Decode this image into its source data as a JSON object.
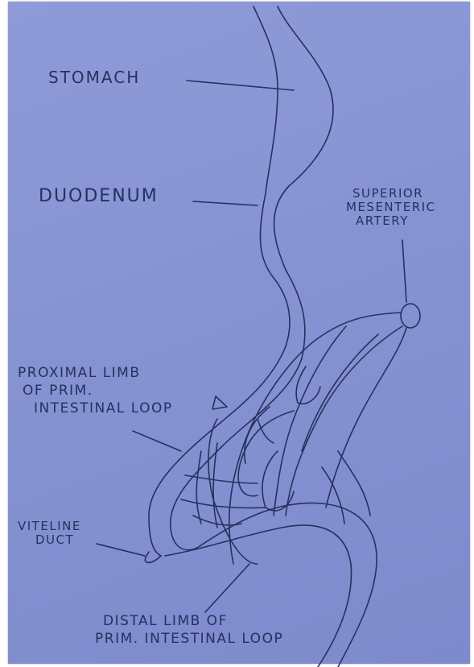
{
  "labels": {
    "stomach": "STOMACH",
    "duodenum": "DUODENUM",
    "superior_mesenteric_artery": [
      "SUPERIOR",
      "MESENTERIC",
      "ARTERY"
    ],
    "proximal_limb": [
      "PROXIMAL LIMB",
      "OF PRIM.",
      "INTESTINAL LOOP"
    ],
    "vitelline_duct": [
      "VITELINE",
      "DUCT"
    ],
    "distal_limb": [
      "DISTAL LIMB OF",
      "PRIM. INTESTINAL LOOP"
    ]
  },
  "colors": {
    "paper": "#8693d3",
    "ink": "#27305e"
  }
}
